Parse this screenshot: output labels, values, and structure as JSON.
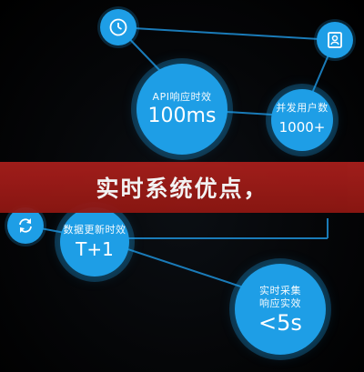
{
  "nodes": {
    "api_response": {
      "label": "API响应时效",
      "value": "100ms"
    },
    "concurrent_users": {
      "label": "并发用户数",
      "value": "1000+"
    },
    "data_update": {
      "label": "数据更新时效",
      "value": "T+1"
    },
    "realtime_collect": {
      "label_line1": "实时采集",
      "label_line2": "响应实效",
      "value": "<5s"
    }
  },
  "icons": {
    "top_left": "clock-icon",
    "top_right": "id-card-icon",
    "mid_left": "refresh-icon"
  },
  "banner": {
    "text": "实时系统优点，"
  },
  "colors": {
    "node_blue": "#1e9ee6",
    "line_blue": "#1a7bb8",
    "banner_red": "#a81f1c",
    "background": "#000000"
  }
}
